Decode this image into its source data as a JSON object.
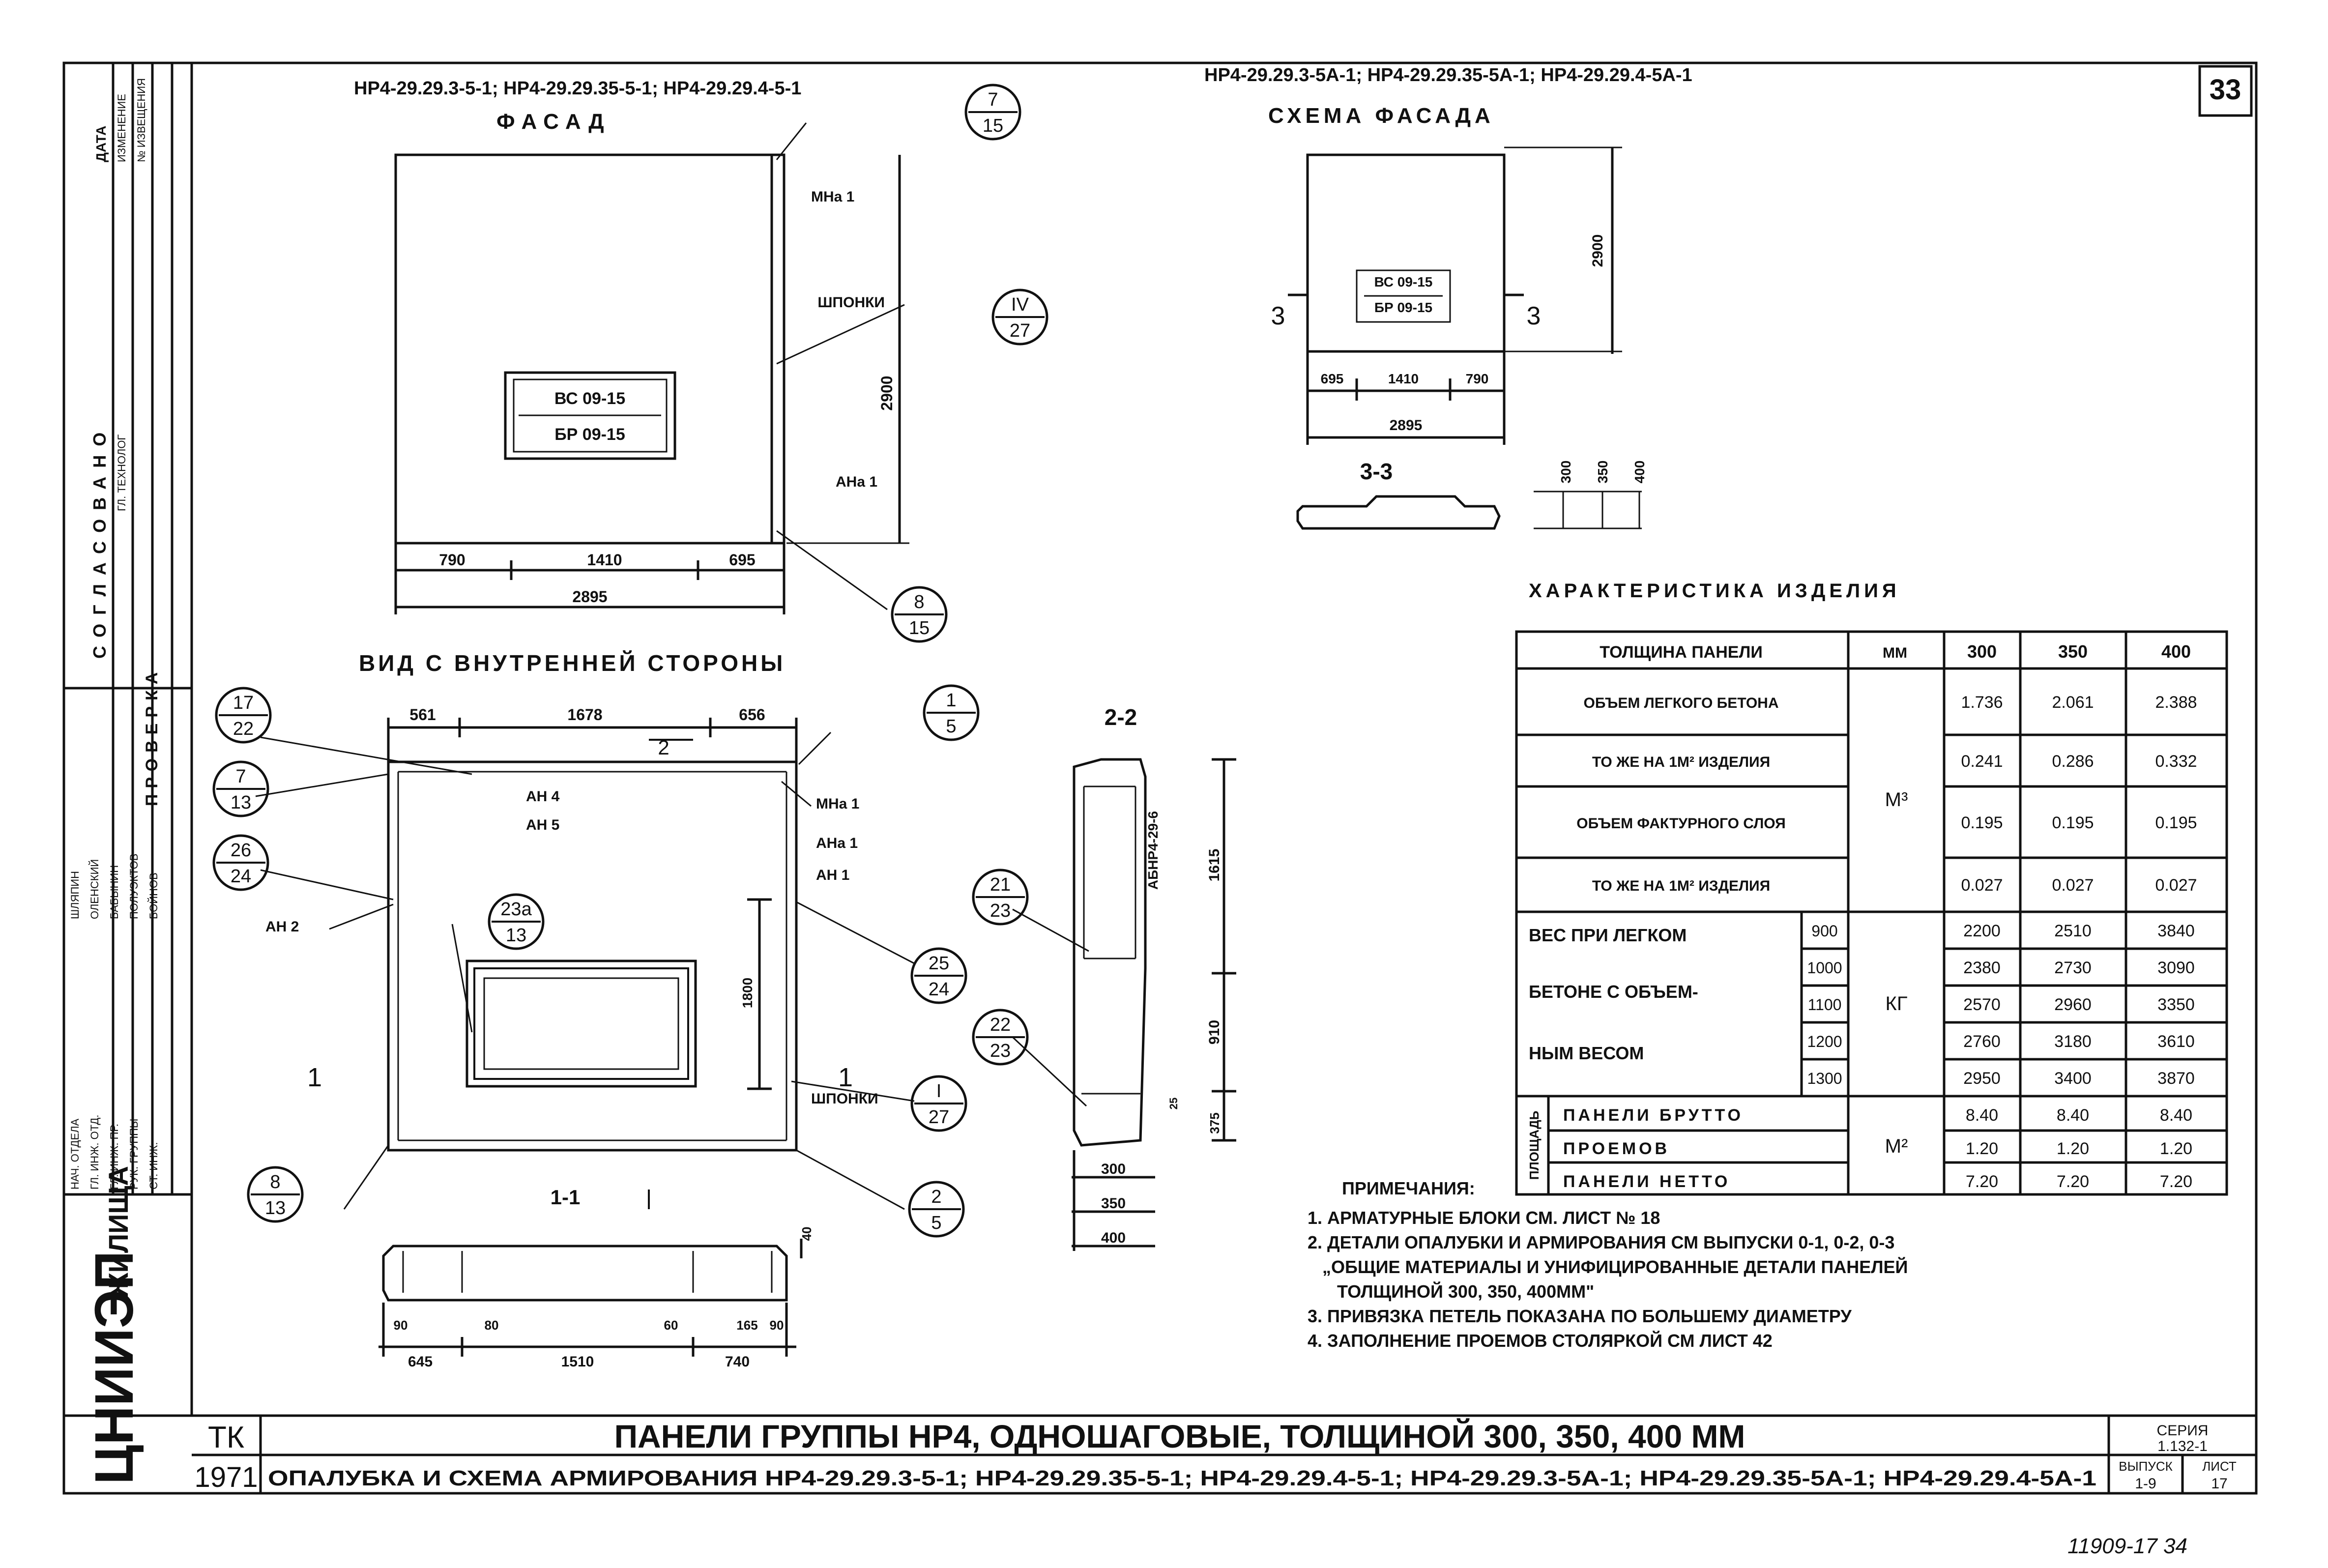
{
  "sheet": {
    "page_number": "33",
    "handwritten_bottom": "11909-17   34",
    "logo_text": "ЦНИИЭП",
    "logo_suffix": "ЖИЛИЩА",
    "tk": "ТК",
    "year": "1971",
    "title_main": "ПАНЕЛИ ГРУППЫ НР4, ОДНОШАГОВЫЕ, ТОЛЩИНОЙ 300, 350, 400 ММ",
    "title_sub": "ОПАЛУБКА И СХЕМА АРМИРОВАНИЯ НР4-29.29.3-5-1; НР4-29.29.35-5-1; НР4-29.29.4-5-1; НР4-29.29.3-5А-1; НР4-29.29.35-5А-1; НР4-29.29.4-5А-1",
    "series_label": "СЕРИЯ",
    "series_value": "1.132-1",
    "issue_label": "ВЫПУСК",
    "issue_value": "1-9",
    "sheet_label": "ЛИСТ",
    "sheet_value": "17"
  },
  "stamp": {
    "agreed_label": "СОГЛАСОВАНО",
    "date_label": "ДАТА",
    "change_label": "ИЗМЕНЕНИЕ",
    "change_no": "№ ИЗВЕЩЕНИЯ",
    "tech_label": "ГЛ. ТЕХНОЛОГ",
    "checked_label": "ПРОВЕРКА",
    "roles": [
      "НАЧ. ОТДЕЛА",
      "ГЛ. ИНЖ. ОТД.",
      "ГЛ. ИНЖ. ПР.",
      "РУК. ГРУППЫ",
      "СТ. ИНЖ."
    ],
    "names": [
      "ШЛЯПИН",
      "ОЛЕНСКИЙ",
      "БАБЫНИН",
      "ПОЛУЭКТОВ",
      "БОЙНОВ"
    ]
  },
  "facade": {
    "header": "НР4-29.29.3-5-1; НР4-29.29.35-5-1; НР4-29.29.4-5-1",
    "title": "ФАСАД",
    "window_mark_1": "ВС 09-15",
    "window_mark_2": "БР 09-15",
    "dims": [
      "790",
      "1410",
      "695",
      "2895",
      "2900"
    ],
    "labels": [
      "МНа 1",
      "ШПОНКИ",
      "АНа 1"
    ],
    "callouts": [
      {
        "n": "7",
        "d": "15"
      },
      {
        "n": "IV",
        "d": "27"
      },
      {
        "n": "8",
        "d": "15"
      }
    ]
  },
  "schema": {
    "header": "НР4-29.29.3-5А-1; НР4-29.29.35-5А-1; НР4-29.29.4-5А-1",
    "title": "СХЕМА ФАСАДА",
    "window_mark_1": "ВС 09-15",
    "window_mark_2": "БР 09-15",
    "dims": [
      "695",
      "1410",
      "790",
      "2895",
      "2900"
    ],
    "section_marks": [
      "3",
      "3"
    ],
    "section_title": "3-3",
    "thickness": [
      "300",
      "350",
      "400"
    ]
  },
  "inner": {
    "title": "ВИД С ВНУТРЕННЕЙ СТОРОНЫ",
    "top_dims": [
      "561",
      "1678",
      "656"
    ],
    "mark_2": "2",
    "mark_1": "1",
    "side_dim": "1800",
    "labels": [
      "АН 4",
      "АН 5",
      "МНа 1",
      "АНа 1",
      "АН 1",
      "АН 2",
      "ШПОНКИ"
    ],
    "callouts": [
      {
        "n": "17",
        "d": "22"
      },
      {
        "n": "7",
        "d": "13"
      },
      {
        "n": "26",
        "d": "24"
      },
      {
        "n": "23а",
        "d": "13"
      },
      {
        "n": "8",
        "d": "13"
      },
      {
        "n": "1",
        "d": "5"
      },
      {
        "n": "25",
        "d": "24"
      },
      {
        "n": "I",
        "d": "27"
      },
      {
        "n": "2",
        "d": "5"
      }
    ]
  },
  "section11": {
    "title": "1-1",
    "dims": [
      "645",
      "1510",
      "740",
      "90",
      "80",
      "60",
      "165",
      "90",
      "40"
    ]
  },
  "section22": {
    "title": "2-2",
    "block_label": "АБНР4-29-6",
    "dims": [
      "1615",
      "910",
      "375",
      "25",
      "300",
      "350",
      "400"
    ],
    "callouts": [
      {
        "n": "21",
        "d": "23"
      },
      {
        "n": "22",
        "d": "23"
      }
    ]
  },
  "table": {
    "title": "ХАРАКТЕРИСТИКА ИЗДЕЛИЯ",
    "head": [
      "ТОЛЩИНА ПАНЕЛИ",
      "ММ",
      "300",
      "350",
      "400"
    ],
    "volume_rows": [
      {
        "label": "ОБЪЕМ ЛЕГКОГО БЕТОНА",
        "v": [
          "1.736",
          "2.061",
          "2.388"
        ]
      },
      {
        "label": "ТО ЖЕ НА 1М² ИЗДЕЛИЯ",
        "v": [
          "0.241",
          "0.286",
          "0.332"
        ]
      },
      {
        "label": "ОБЪЕМ ФАКТУРНОГО СЛОЯ",
        "v": [
          "0.195",
          "0.195",
          "0.195"
        ]
      },
      {
        "label": "ТО ЖЕ НА 1М² ИЗДЕЛИЯ",
        "v": [
          "0.027",
          "0.027",
          "0.027"
        ]
      }
    ],
    "volume_unit": "М³",
    "weight_label_1": "ВЕС ПРИ ЛЕГКОМ",
    "weight_label_2": "БЕТОНЕ С ОБЪЕМ-",
    "weight_label_3": "НЫМ ВЕСОМ",
    "weight_unit": "КГ",
    "weight_rows": [
      {
        "d": "900",
        "v": [
          "2200",
          "2510",
          "3840"
        ]
      },
      {
        "d": "1000",
        "v": [
          "2380",
          "2730",
          "3090"
        ]
      },
      {
        "d": "1100",
        "v": [
          "2570",
          "2960",
          "3350"
        ]
      },
      {
        "d": "1200",
        "v": [
          "2760",
          "3180",
          "3610"
        ]
      },
      {
        "d": "1300",
        "v": [
          "2950",
          "3400",
          "3870"
        ]
      }
    ],
    "area_label": "ПЛОЩАДЬ",
    "area_unit": "М²",
    "area_rows": [
      {
        "label": "ПАНЕЛИ БРУТТО",
        "v": [
          "8.40",
          "8.40",
          "8.40"
        ]
      },
      {
        "label": "ПРОЕМОВ",
        "v": [
          "1.20",
          "1.20",
          "1.20"
        ]
      },
      {
        "label": "ПАНЕЛИ НЕТТО",
        "v": [
          "7.20",
          "7.20",
          "7.20"
        ]
      }
    ]
  },
  "notes": {
    "title": "ПРИМЕЧАНИЯ:",
    "items": [
      "1. АРМАТУРНЫЕ БЛОКИ СМ. ЛИСТ № 18",
      "2. ДЕТАЛИ ОПАЛУБКИ И АРМИРОВАНИЯ СМ ВЫПУСКИ 0-1, 0-2, 0-3",
      "„ОБЩИЕ МАТЕРИАЛЫ И УНИФИЦИРОВАННЫЕ ДЕТАЛИ ПАНЕЛЕЙ",
      "ТОЛЩИНОЙ 300, 350, 400ММ\"",
      "3. ПРИВЯЗКА ПЕТЕЛЬ ПОКАЗАНА ПО БОЛЬШЕМУ ДИАМЕТРУ",
      "4. ЗАПОЛНЕНИЕ ПРОЕМОВ СТОЛЯРКОЙ СМ ЛИСТ 42"
    ]
  }
}
